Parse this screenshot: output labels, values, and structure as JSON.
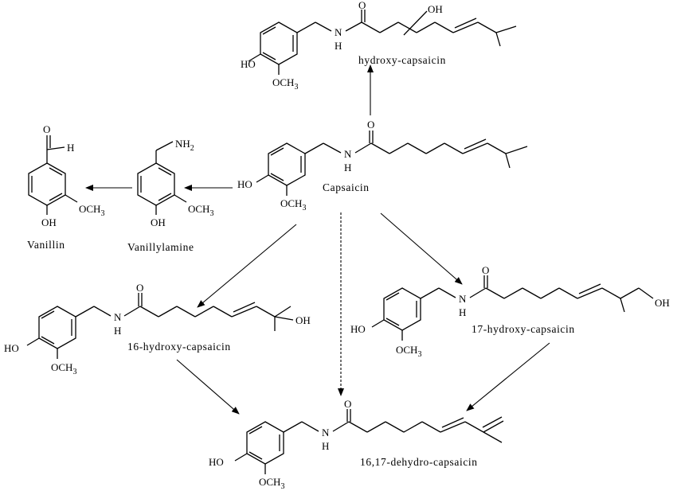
{
  "compounds": {
    "hydroxy_capsaicin": {
      "name": "hydroxy-capsaicin",
      "oh": "OH",
      "ho": "HO",
      "nh_n": "N",
      "nh_h": "H",
      "o": "O",
      "och3": "OCH3"
    },
    "capsaicin": {
      "name": "Capsaicin",
      "ho": "HO",
      "nh_n": "N",
      "nh_h": "H",
      "o": "O",
      "och3": "OCH3"
    },
    "vanillylamine": {
      "name": "Vanillylamine",
      "nh2": "NH2",
      "oh": "OH",
      "och3": "OCH3"
    },
    "vanillin": {
      "name": "Vanillin",
      "o": "O",
      "h": "H",
      "oh": "OH",
      "och3": "OCH3"
    },
    "hydroxy16_capsaicin": {
      "name": "16-hydroxy-capsaicin",
      "ho": "HO",
      "oh": "OH",
      "nh_n": "N",
      "nh_h": "H",
      "o": "O",
      "och3": "OCH3"
    },
    "hydroxy17_capsaicin": {
      "name": "17-hydroxy-capsaicin",
      "ho": "HO",
      "oh": "OH",
      "nh_n": "N",
      "nh_h": "H",
      "o": "O",
      "och3": "OCH3"
    },
    "dehydro_capsaicin": {
      "name": "16,17-dehydro-capsaicin",
      "ho": "HO",
      "nh_n": "N",
      "nh_h": "H",
      "o": "O",
      "och3": "OCH3"
    }
  }
}
